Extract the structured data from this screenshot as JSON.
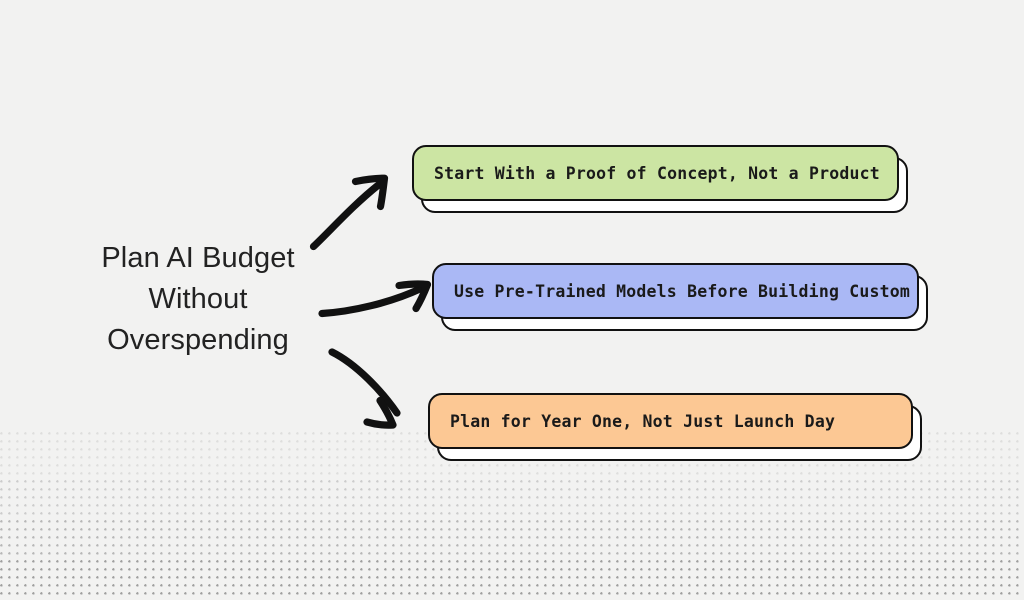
{
  "diagram": {
    "title": "Plan AI Budget\nWithout\nOverspending",
    "background_color": "#f2f2f1",
    "outline_color": "#111111",
    "shadow_color": "#ffffff",
    "nodes": [
      {
        "label": "Start With a Proof of Concept, Not a Product",
        "color": "#cce5a3",
        "name": "node-proof-of-concept"
      },
      {
        "label": "Use Pre-Trained Models Before Building Custom",
        "color": "#aab8f5",
        "name": "node-pretrained-models"
      },
      {
        "label": "Plan for Year One, Not Just Launch Day",
        "color": "#fcc894",
        "name": "node-plan-year-one"
      }
    ],
    "connectors": [
      {
        "name": "arrow-to-node-1",
        "direction": "up-right",
        "color": "#111111"
      },
      {
        "name": "arrow-to-node-2",
        "direction": "right",
        "color": "#111111"
      },
      {
        "name": "arrow-to-node-3",
        "direction": "down-right",
        "color": "#111111"
      }
    ]
  }
}
